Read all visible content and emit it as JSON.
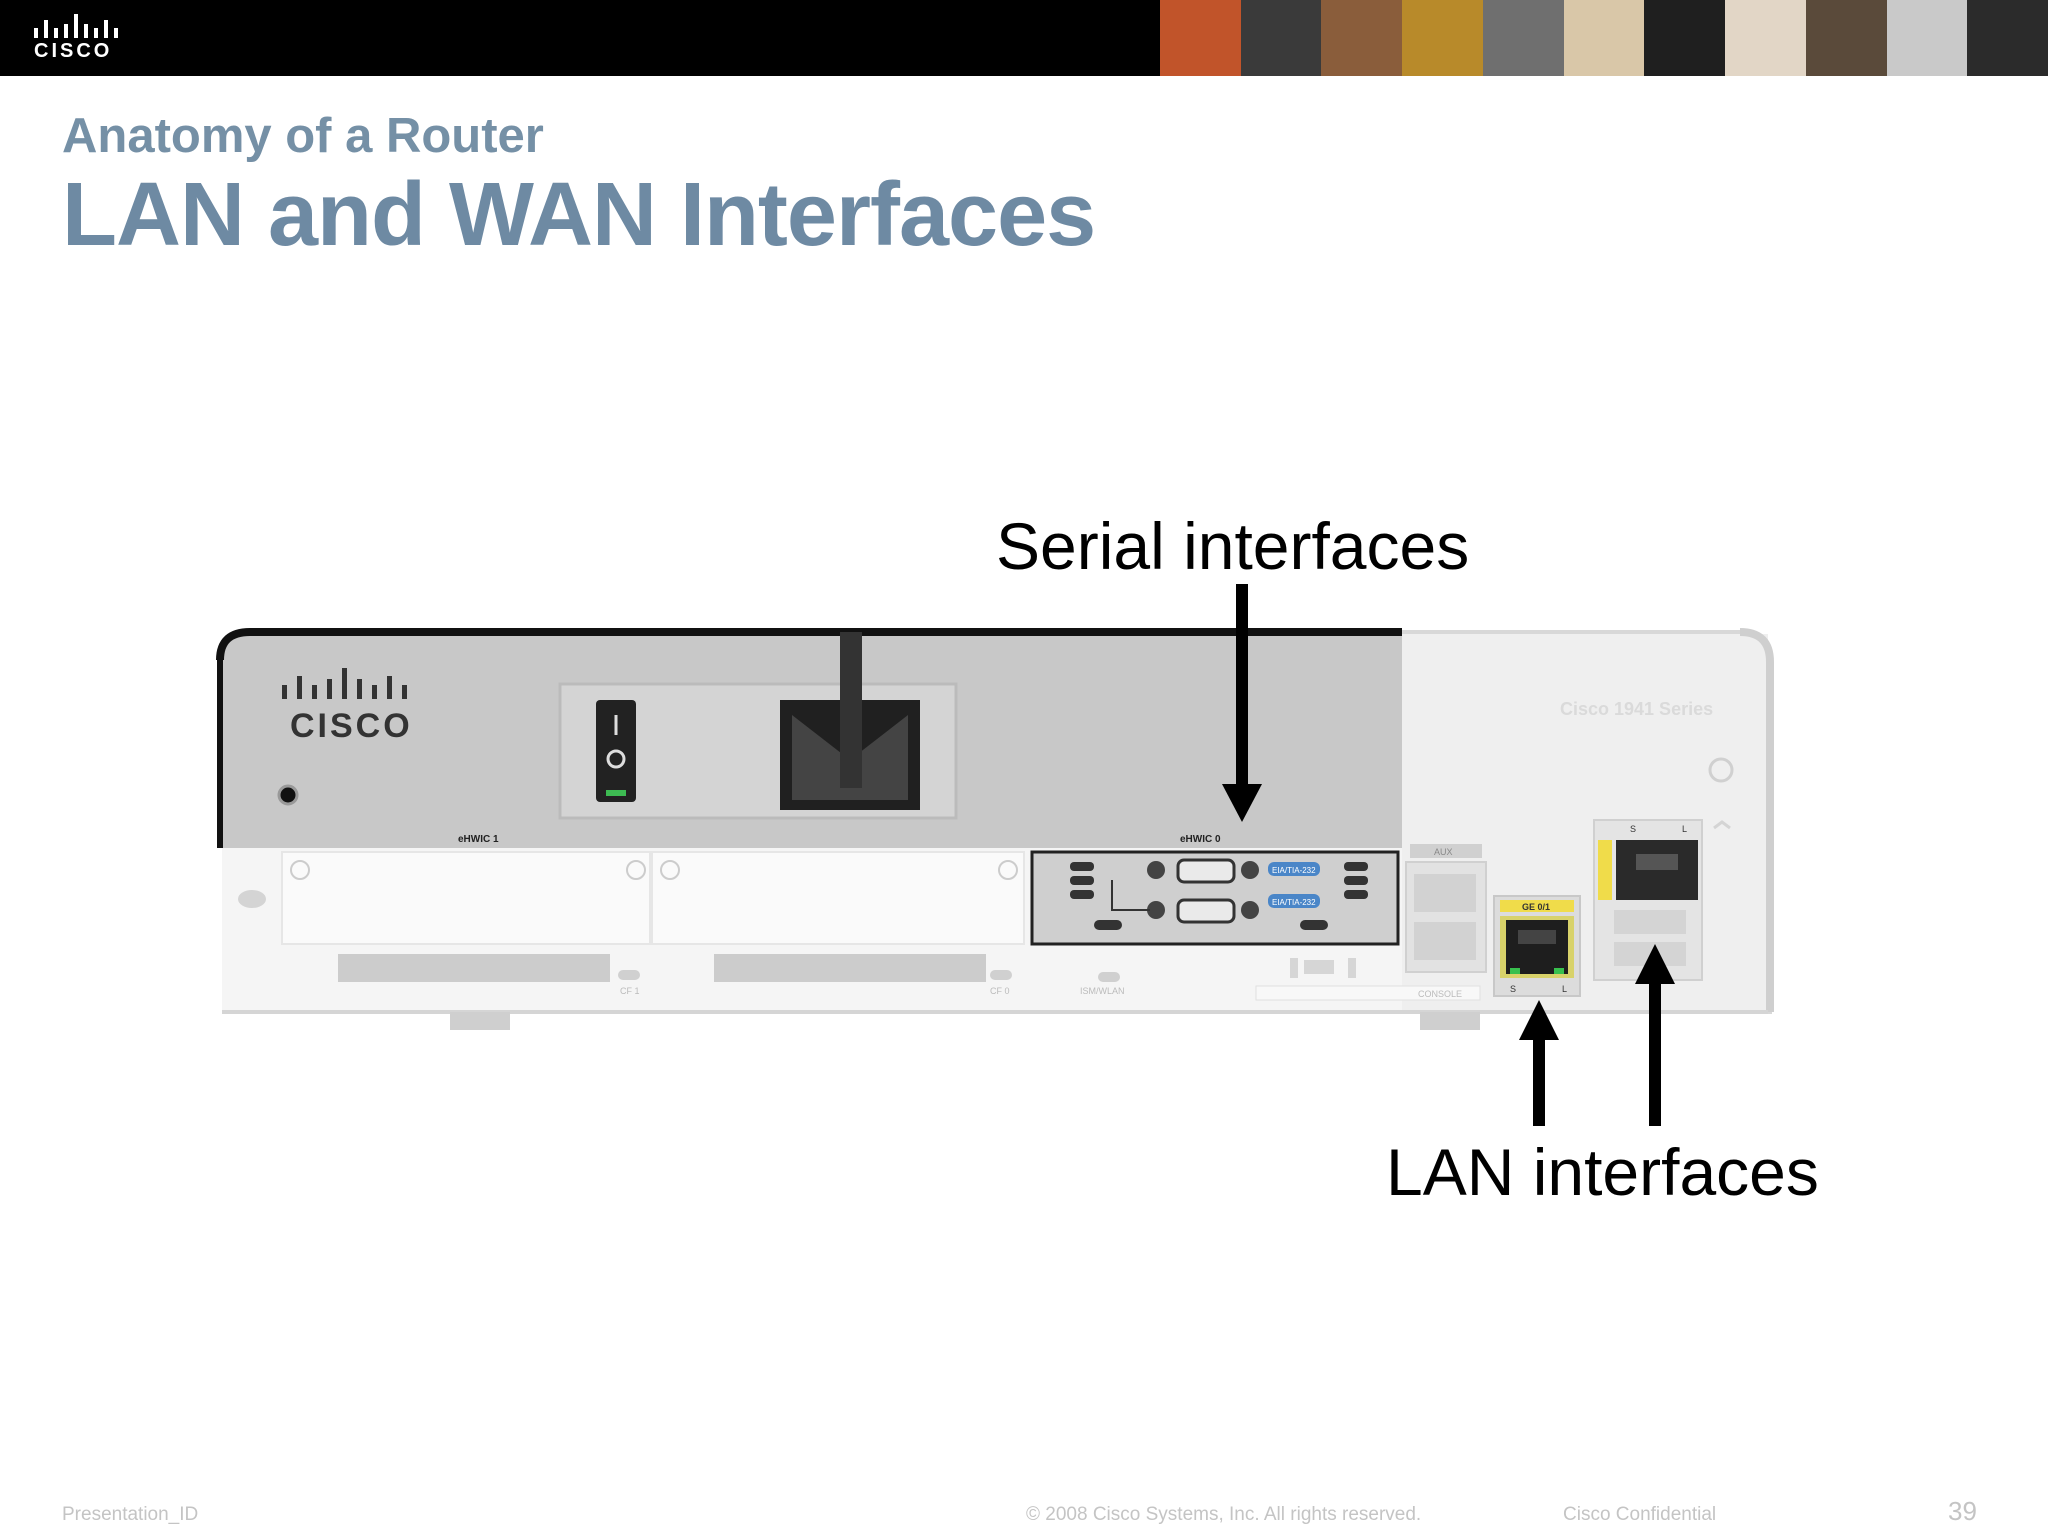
{
  "header": {
    "logo_text": "CISCO",
    "photo_strip_colors": [
      "#c1542a",
      "#3a3a3a",
      "#8a5d3b",
      "#b88a2a",
      "#6f6f6f",
      "#d9c7a8",
      "#1f1f1f",
      "#e2d6c6",
      "#5a4a3a",
      "#c9c9c9",
      "#2b2b2b"
    ]
  },
  "slide": {
    "subtitle": "Anatomy of a Router",
    "title": "LAN and WAN Interfaces"
  },
  "router": {
    "brand": "CISCO",
    "series_label": "Cisco 1941 Series",
    "slot1_label": "eHWIC 1",
    "slot0_label": "eHWIC 0",
    "cf1_label": "CF 1",
    "cf0_label": "CF 0",
    "ism_label": "ISM/WLAN",
    "aux_label": "AUX",
    "console_label": "CONSOLE",
    "ge01_label": "GE 0/1",
    "s_label": "S",
    "l_label": "L",
    "serial_port_1": "EIA/TIA-232",
    "serial_port_2": "EIA/TIA-232"
  },
  "callouts": {
    "serial": "Serial interfaces",
    "lan": "LAN interfaces"
  },
  "footer": {
    "presentation_id": "Presentation_ID",
    "copyright": "© 2008 Cisco Systems, Inc. All rights reserved.",
    "confidential": "Cisco Confidential",
    "page_number": "39"
  },
  "colors": {
    "title": "#6e8aa3",
    "footer_text": "#c4c4c4"
  }
}
